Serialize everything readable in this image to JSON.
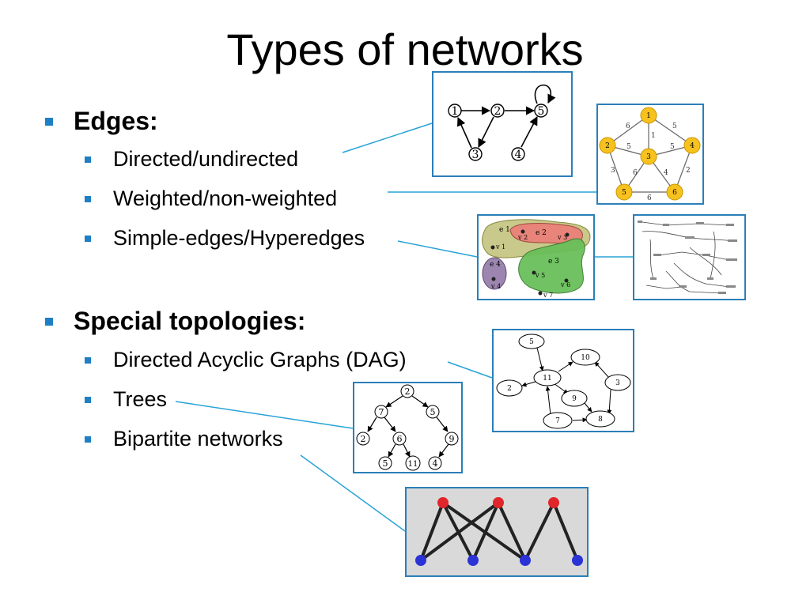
{
  "title": "Types of networks",
  "sections": [
    {
      "heading": "Edges:",
      "items": [
        "Directed/undirected",
        "Weighted/non-weighted",
        "Simple-edges/Hyperedges"
      ]
    },
    {
      "heading": "Special topologies:",
      "items": [
        "Directed Acyclic Graphs (DAG)",
        "Trees",
        "Bipartite networks"
      ]
    }
  ],
  "directed_graph": {
    "nodes": [
      "1",
      "2",
      "3",
      "4",
      "5"
    ]
  },
  "weighted_graph": {
    "nodes": [
      "1",
      "2",
      "3",
      "4",
      "5",
      "6"
    ],
    "weights": [
      "6",
      "5",
      "1",
      "5",
      "5",
      "3",
      "6",
      "4",
      "2",
      "6"
    ]
  },
  "hypergraph": {
    "edges": [
      "e 1",
      "e 2",
      "e 3",
      "e 4"
    ],
    "vertices": [
      "v 1",
      "v 2",
      "v 3",
      "v 4",
      "v 5",
      "v 6",
      "v 7"
    ]
  },
  "dag": {
    "nodes": [
      "5",
      "10",
      "11",
      "3",
      "2",
      "9",
      "7",
      "8"
    ]
  },
  "tree": {
    "nodes": [
      "2",
      "7",
      "5",
      "2",
      "6",
      "9",
      "5",
      "11",
      "4"
    ]
  },
  "bipartite": {
    "top_count": 3,
    "bottom_count": 4
  },
  "colors": {
    "accent": "#1f7fc4",
    "panel_border": "#2b7fb8",
    "connector": "#29a3d6",
    "weighted_node": "#f7c21e",
    "bipartite_top": "#e0262b",
    "bipartite_bottom": "#2b33d6"
  }
}
